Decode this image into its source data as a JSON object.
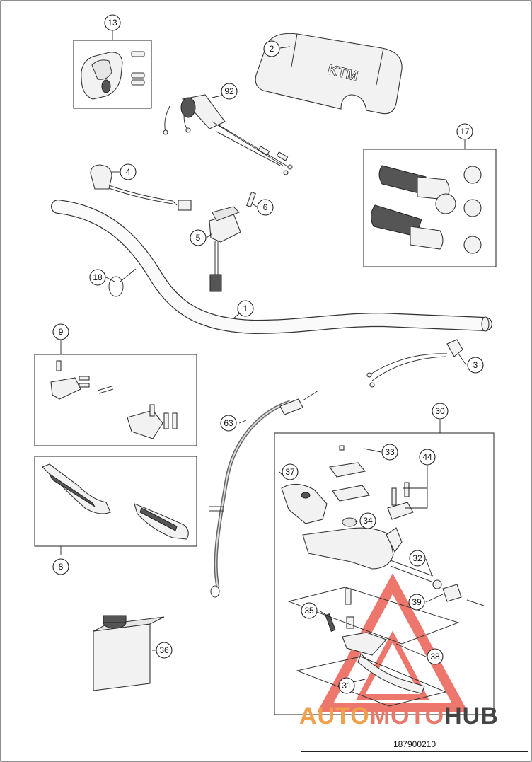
{
  "drawing_number": "187900210",
  "watermark": {
    "part1": "AUTO",
    "part2": "MOTO",
    "part3": "HUB",
    "colors": {
      "auto": "#f0a04b",
      "moto": "#e8796a",
      "hub": "#444444",
      "triangle": "#e84a3c"
    }
  },
  "callouts": {
    "c1": "1",
    "c2": "2",
    "c3": "3",
    "c4": "4",
    "c5": "5",
    "c6": "6",
    "c8": "8",
    "c9": "9",
    "c13": "13",
    "c17": "17",
    "c18": "18",
    "c30": "30",
    "c31": "31",
    "c32": "32",
    "c33": "33",
    "c34": "34",
    "c35": "35",
    "c36": "36",
    "c37": "37",
    "c38": "38",
    "c39": "39",
    "c44": "44",
    "c63": "63",
    "c92": "92"
  },
  "pad_logo": "KTM"
}
